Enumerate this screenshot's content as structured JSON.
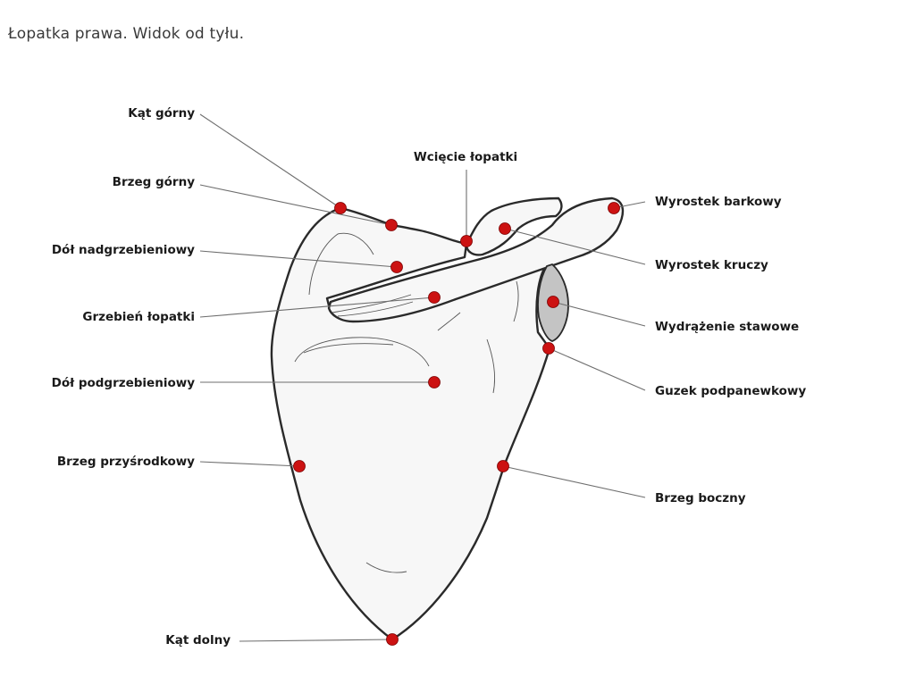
{
  "title": "Łopatka prawa. Widok od tyłu.",
  "colors": {
    "marker": "#cc1212",
    "bone_outline": "#2a2a2a",
    "leader": "#6e6e6e",
    "glenoid": "#c4c4c4"
  },
  "labels": {
    "kat_gorny": "Kąt górny",
    "brzeg_gorny": "Brzeg górny",
    "dol_nadgrzebieniowy": "Dół nadgrzebieniowy",
    "grzebien_lopatki": "Grzebień łopatki",
    "dol_podgrzebieniowy": "Dół podgrzebieniowy",
    "brzeg_przysrodkowy": "Brzeg przyśrodkowy",
    "kat_dolny": "Kąt dolny",
    "wciecie_lopatki": "Wcięcie łopatki",
    "wyrostek_barkowy": "Wyrostek barkowy",
    "wyrostek_kruczy": "Wyrostek kruczy",
    "wydrazenie_stawowe": "Wydrążenie stawowe",
    "guzek_podpanewkowy": "Guzek podpanewkowy",
    "brzeg_boczny": "Brzeg boczny"
  }
}
